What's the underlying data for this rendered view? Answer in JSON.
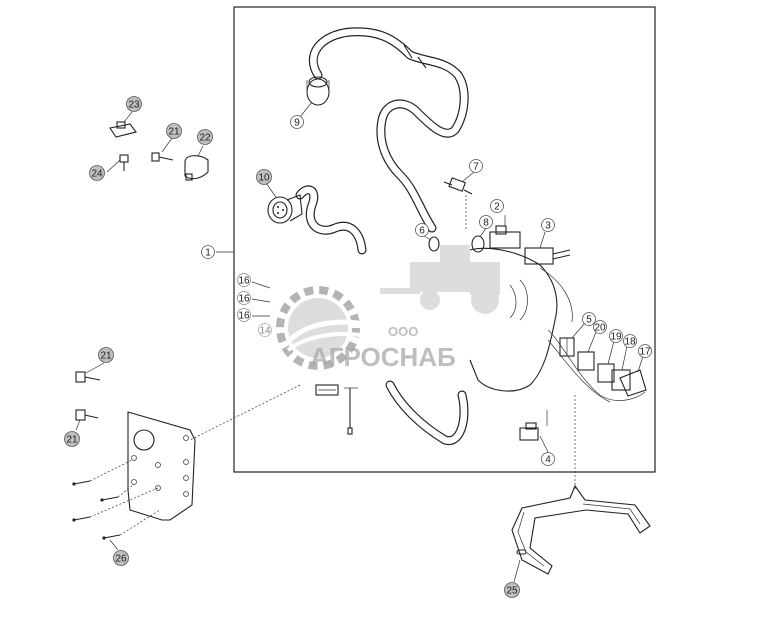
{
  "diagram": {
    "callouts": [
      {
        "id": "c1",
        "label": "1"
      },
      {
        "id": "c2",
        "label": "2"
      },
      {
        "id": "c3",
        "label": "3"
      },
      {
        "id": "c4",
        "label": "4"
      },
      {
        "id": "c5",
        "label": "5"
      },
      {
        "id": "c6",
        "label": "6"
      },
      {
        "id": "c7",
        "label": "7"
      },
      {
        "id": "c8",
        "label": "8"
      },
      {
        "id": "c9",
        "label": "9"
      },
      {
        "id": "c10",
        "label": "10"
      },
      {
        "id": "c14",
        "label": "14"
      },
      {
        "id": "c16a",
        "label": "16"
      },
      {
        "id": "c16b",
        "label": "16"
      },
      {
        "id": "c16c",
        "label": "16"
      },
      {
        "id": "c17",
        "label": "17"
      },
      {
        "id": "c18",
        "label": "18"
      },
      {
        "id": "c19",
        "label": "19"
      },
      {
        "id": "c20",
        "label": "20"
      },
      {
        "id": "c21a",
        "label": "21"
      },
      {
        "id": "c21b",
        "label": "21"
      },
      {
        "id": "c21c",
        "label": "21"
      },
      {
        "id": "c22",
        "label": "22"
      },
      {
        "id": "c23",
        "label": "23"
      },
      {
        "id": "c24",
        "label": "24"
      },
      {
        "id": "c25",
        "label": "25"
      },
      {
        "id": "c26",
        "label": "26"
      }
    ]
  },
  "watermark": {
    "line1": "ООО",
    "line2": "АГРОСНАБ",
    "color": "#9a9a9a"
  }
}
